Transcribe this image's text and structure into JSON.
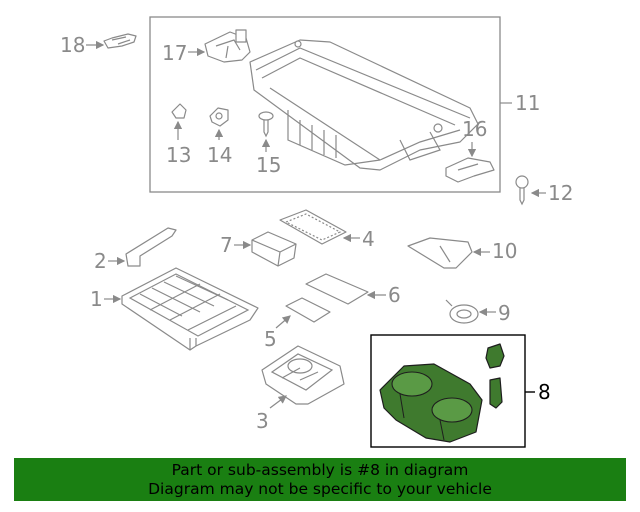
{
  "callouts": {
    "c1": "1",
    "c2": "2",
    "c3": "3",
    "c4": "4",
    "c5": "5",
    "c6": "6",
    "c7": "7",
    "c8": "8",
    "c9": "9",
    "c10": "10",
    "c11": "11",
    "c12": "12",
    "c13": "13",
    "c14": "14",
    "c15": "15",
    "c16": "16",
    "c17": "17",
    "c18": "18"
  },
  "highlight_part": "8",
  "colors": {
    "banner_bg": "#1a7f12",
    "highlight_fill": "#3f7a2e",
    "line_gray": "#8a8a8a"
  },
  "banner": {
    "line1": "Part or sub-assembly is #8 in diagram",
    "line2": "Diagram may not be specific to your vehicle"
  }
}
